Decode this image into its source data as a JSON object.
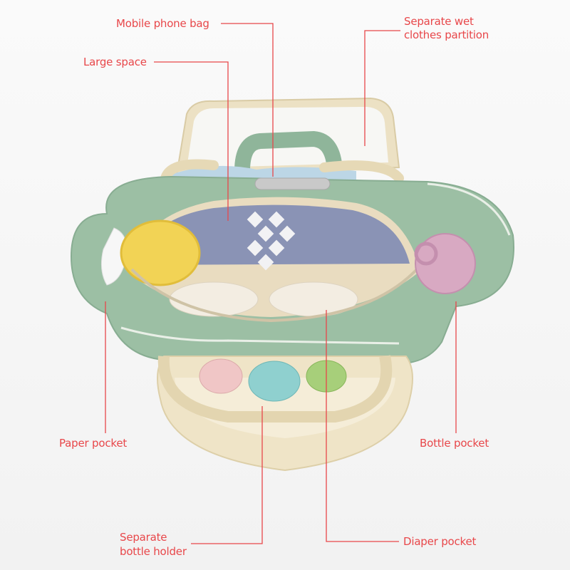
{
  "labels": {
    "mobile_phone_bag": "Mobile phone bag",
    "large_space": "Large space",
    "separate_wet_line1": "Separate wet",
    "separate_wet_line2": "clothes partition",
    "paper_pocket": "Paper pocket",
    "bottle_pocket": "Bottle pocket",
    "separate_bottle_line1": "Separate",
    "separate_bottle_line2": "bottle holder",
    "diaper_pocket": "Diaper pocket"
  },
  "colors": {
    "label_red": "#e8474a",
    "bag_green": "#9cbfa4",
    "bag_cream": "#efe4c7",
    "liner_blue": "#8a93b5"
  }
}
